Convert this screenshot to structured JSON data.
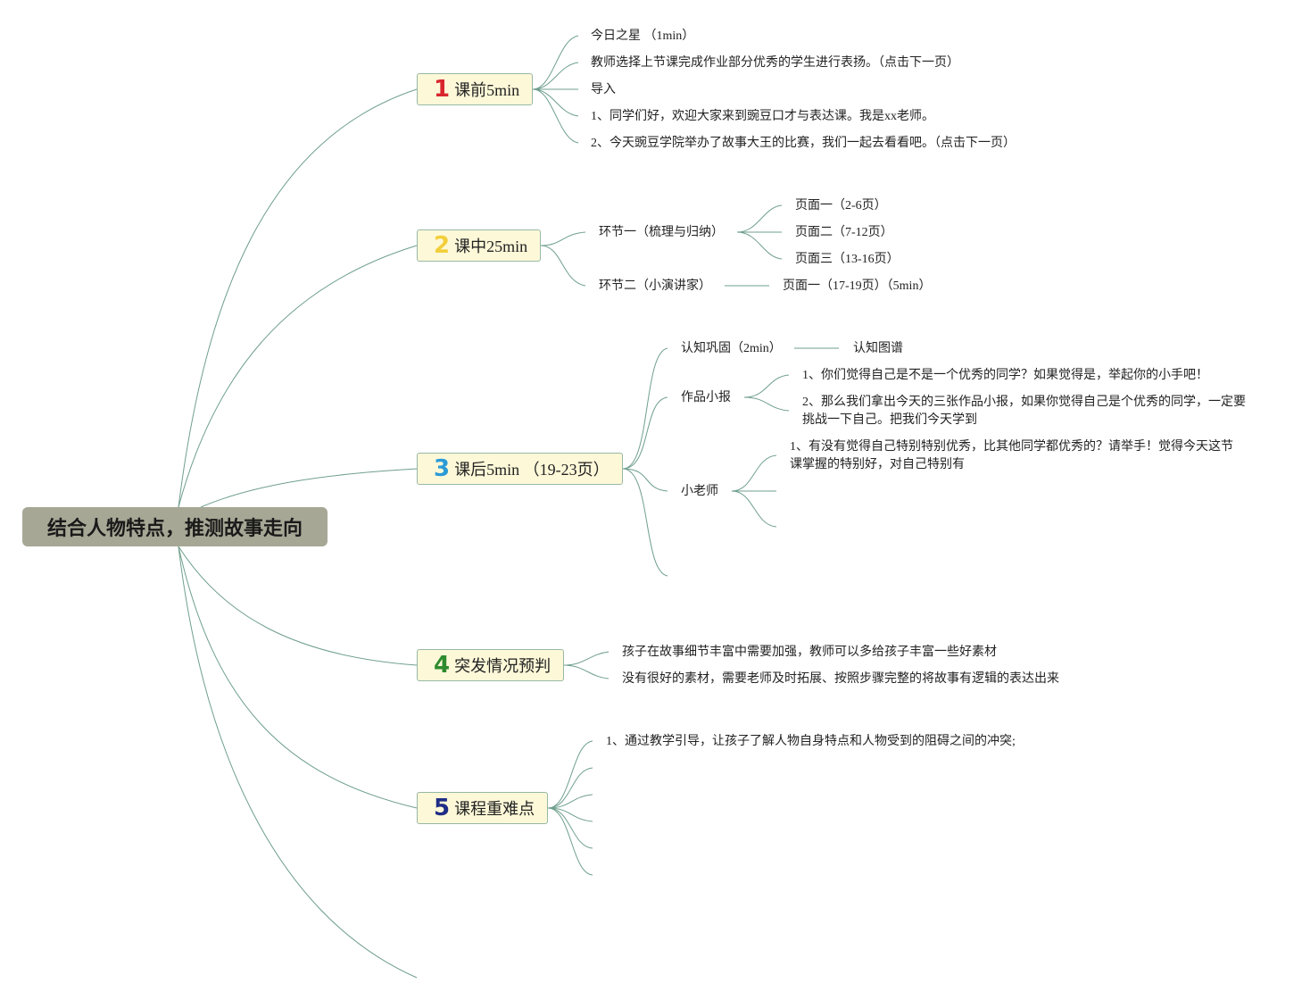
{
  "root": {
    "title": "结合人物特点，推测故事走向"
  },
  "colors": {
    "link": "#6f9f8d",
    "root_bg": "#a7a796",
    "branch_bg": "#fdf8d8",
    "branch_border": "#97b8a5",
    "num1": "#d8262d",
    "num2": "#f2cf3a",
    "num3": "#2b9bd6",
    "num4": "#2e8b2e",
    "num5": "#1f2d86"
  },
  "branches": [
    {
      "number": "1",
      "label": "课前5min",
      "items": [
        "今日之星 （1min）",
        "教师选择上节课完成作业部分优秀的学生进行表扬。（点击下一页）",
        "导入",
        "1、同学们好，欢迎大家来到豌豆口才与表达课。我是xx老师。",
        "2、今天豌豆学院举办了故事大王的比赛，我们一起去看看吧。（点击下一页）"
      ]
    },
    {
      "number": "2",
      "label": "课中25min",
      "sections": [
        {
          "label": "环节一（梳理与归纳）",
          "items": [
            "页面一（2-6页）",
            "页面二（7-12页）",
            "页面三（13-16页）"
          ]
        },
        {
          "label": "环节二（小演讲家）",
          "items": [
            "页面一（17-19页）（5min）"
          ]
        }
      ]
    },
    {
      "number": "3",
      "label": "课后5min （19-23页）",
      "sections": [
        {
          "label": "认知巩固（2min）",
          "items": [
            "认知图谱"
          ]
        },
        {
          "label": "作品小报",
          "items": [
            "1、你们觉得自己是不是一个优秀的同学？如果觉得是，举起你的小手吧！",
            "2、那么我们拿出今天的三张作品小报，如果你觉得自己是个优秀的同学，一定要挑战一下自己。把我们今天学到"
          ]
        },
        {
          "label": "小老师",
          "items": [
            "1、有没有觉得自己特别特别优秀，比其他同学都优秀的？请举手！觉得今天这节课掌握的特别好，对自己特别有"
          ]
        }
      ]
    },
    {
      "number": "4",
      "label": "突发情况预判",
      "items": [
        "孩子在故事细节丰富中需要加强，教师可以多给孩子丰富一些好素材",
        "没有很好的素材，需要老师及时拓展、按照步骤完整的将故事有逻辑的表达出来"
      ]
    },
    {
      "number": "5",
      "label": "课程重难点",
      "items": [
        "1、通过教学引导，让孩子了解人物自身特点和人物受到的阻碍之间的冲突;"
      ]
    }
  ]
}
